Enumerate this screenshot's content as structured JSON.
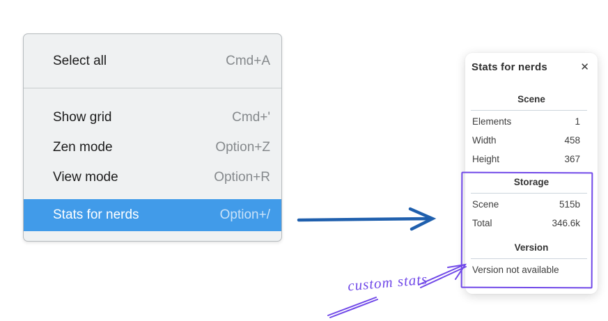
{
  "menu": {
    "items": [
      {
        "label": "Select all",
        "shortcut": "Cmd+A"
      },
      {
        "label": "Show grid",
        "shortcut": "Cmd+'"
      },
      {
        "label": "Zen mode",
        "shortcut": "Option+Z"
      },
      {
        "label": "View mode",
        "shortcut": "Option+R"
      },
      {
        "label": "Stats for nerds",
        "shortcut": "Option+/",
        "highlighted": true
      }
    ]
  },
  "panel": {
    "title": "Stats for nerds",
    "close_icon": "✕",
    "sections": [
      {
        "header": "Scene",
        "rows": [
          {
            "label": "Elements",
            "value": "1"
          },
          {
            "label": "Width",
            "value": "458"
          },
          {
            "label": "Height",
            "value": "367"
          }
        ]
      },
      {
        "header": "Storage",
        "rows": [
          {
            "label": "Scene",
            "value": "515b"
          },
          {
            "label": "Total",
            "value": "346.6k"
          }
        ]
      },
      {
        "header": "Version",
        "note": "Version not available"
      }
    ]
  },
  "annotation": {
    "label": "custom stats"
  },
  "colors": {
    "menu_highlight": "#419be9",
    "blue_arrow": "#1f5fad",
    "annotation_purple": "#7048e8"
  }
}
